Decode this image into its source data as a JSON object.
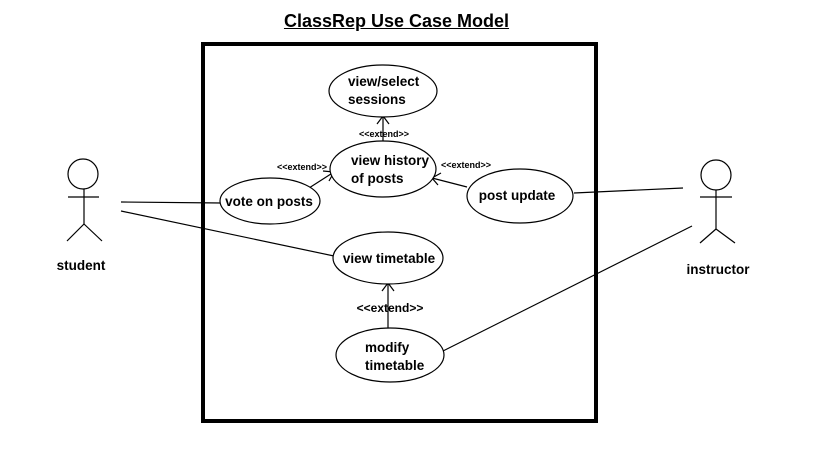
{
  "title": "ClassRep Use Case Model",
  "actors": {
    "student": "student",
    "instructor": "instructor"
  },
  "use_cases": {
    "view_select_sessions": [
      "view/select",
      "sessions"
    ],
    "view_history_of_posts": [
      "view history",
      "of posts"
    ],
    "vote_on_posts": "vote on posts",
    "post_update": "post update",
    "view_timetable": "view timetable",
    "modify_timetable": [
      "modify",
      "timetable"
    ]
  },
  "relations": {
    "extend_history_to_sessions": "<<extend>>",
    "extend_vote_to_history": "<<extend>>",
    "extend_post_update_to_history": "<<extend>>",
    "extend_modify_to_timetable": "<<extend>>"
  }
}
